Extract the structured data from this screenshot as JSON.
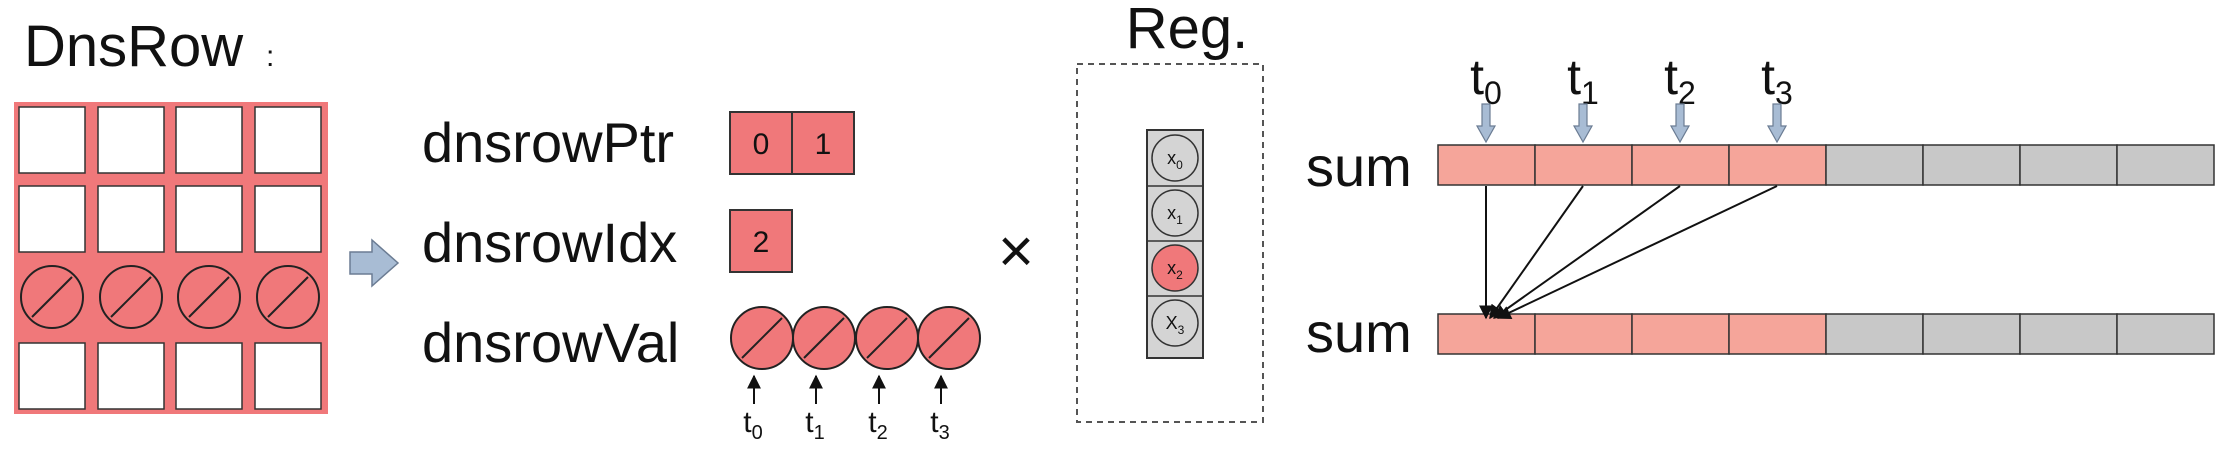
{
  "title": "DnsRow",
  "title_colon": ":",
  "colors": {
    "pink": "#f0787a",
    "light_pink": "#f5a59a",
    "grey_cell": "#c8c8c8",
    "reg_box": "#d4d4d4",
    "arrow_fill": "#a8bcd4"
  },
  "matrix": {
    "rows": [
      [
        "empty",
        "empty",
        "empty",
        "empty"
      ],
      [
        "empty",
        "empty",
        "empty",
        "empty"
      ],
      [
        "nz",
        "nz",
        "nz",
        "nz"
      ],
      [
        "empty",
        "empty",
        "empty",
        "empty"
      ]
    ]
  },
  "labels": {
    "ptr": "dnsrowPtr",
    "idx": "dnsrowIdx",
    "val": "dnsrowVal"
  },
  "ptr_values": [
    "0",
    "1"
  ],
  "idx_values": [
    "2"
  ],
  "val_count": 4,
  "threads_bottom": [
    {
      "t": "t",
      "sub": "0"
    },
    {
      "t": "t",
      "sub": "1"
    },
    {
      "t": "t",
      "sub": "2"
    },
    {
      "t": "t",
      "sub": "3"
    }
  ],
  "times_symbol": "×",
  "register": {
    "title": "Reg.",
    "entries": [
      {
        "x": "x",
        "sub": "0",
        "highlight": false
      },
      {
        "x": "x",
        "sub": "1",
        "highlight": false
      },
      {
        "x": "x",
        "sub": "2",
        "highlight": true
      },
      {
        "x": "X",
        "sub": "3",
        "highlight": false
      }
    ]
  },
  "threads_top": [
    {
      "t": "t",
      "sub": "0"
    },
    {
      "t": "t",
      "sub": "1"
    },
    {
      "t": "t",
      "sub": "2"
    },
    {
      "t": "t",
      "sub": "3"
    }
  ],
  "sum_label_top": "sum",
  "sum_label_bottom": "sum",
  "sum_cells": [
    "pink",
    "pink",
    "pink",
    "pink",
    "grey",
    "grey",
    "grey",
    "grey"
  ]
}
